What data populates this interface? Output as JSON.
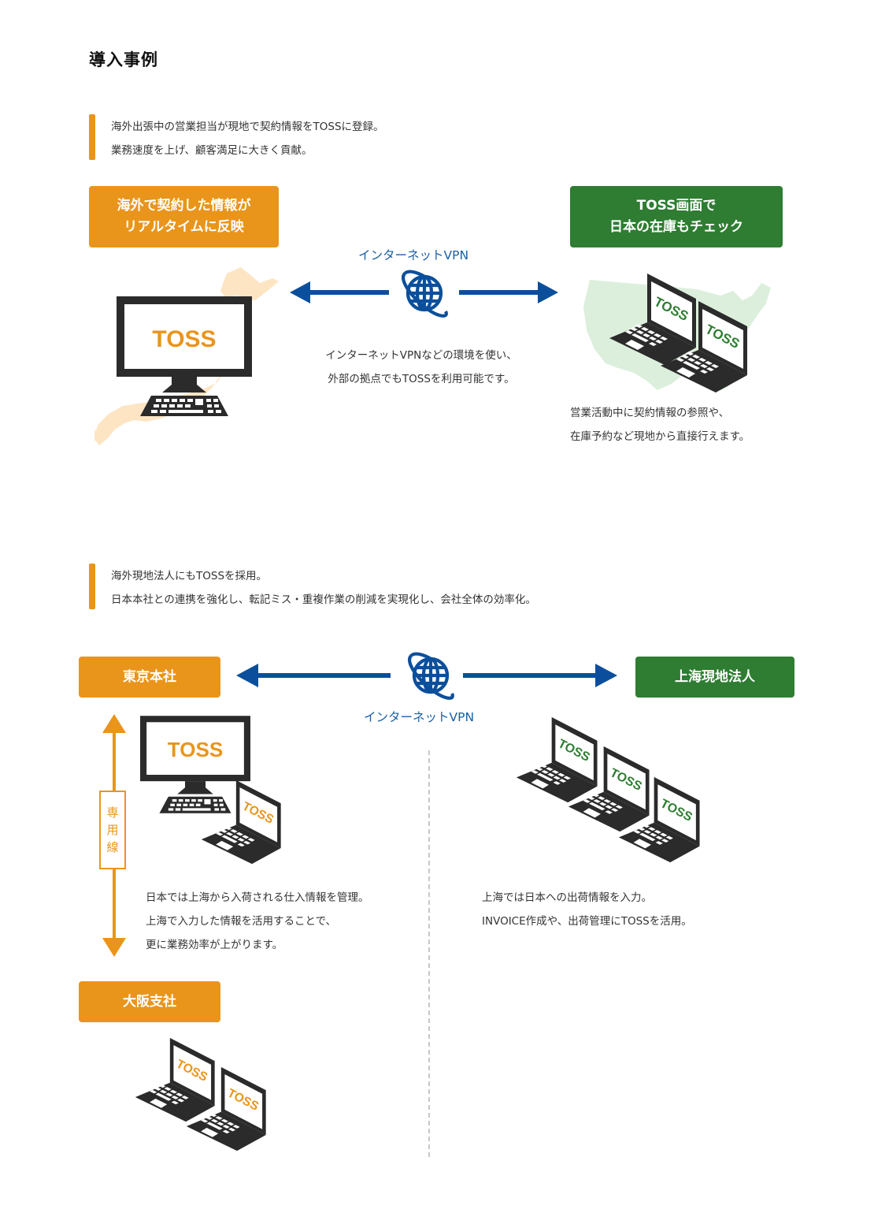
{
  "page": {
    "title": "導入事例"
  },
  "colors": {
    "orange": "#e9951b",
    "green": "#2e7d32",
    "blue": "#0b4f9c",
    "device_dark": "#2b2b2b",
    "japan_map": "#fde5c4",
    "usa_map": "#dcefdc",
    "divider": "#c8c8c8"
  },
  "case1": {
    "lead": [
      "海外出張中の営業担当が現地で契約情報をTOSSに登録。",
      "業務速度を上げ、顧客満足に大きく貢献。"
    ],
    "left_box": [
      "海外で契約した情報が",
      "リアルタイムに反映"
    ],
    "right_box": [
      "TOSS画面で",
      "日本の在庫もチェック"
    ],
    "vpn_label": "インターネットVPN",
    "vpn_icon": "globe-icon",
    "center_desc": [
      "インターネットVPNなどの環境を使い、",
      "外部の拠点でもTOSSを利用可能です。"
    ],
    "right_desc": [
      "営業活動中に契約情報の参照や、",
      "在庫予約など現地から直接行えます。"
    ],
    "desktop_screen": "TOSS",
    "laptop_screen": "TOSS",
    "left_map": "japan-map",
    "right_map": "usa-map"
  },
  "case2": {
    "lead": [
      "海外現地法人にもTOSSを採用。",
      "日本本社との連携を強化し、転記ミス・重複作業の削減を実現化し、会社全体の効率化。"
    ],
    "tokyo_box": "東京本社",
    "shanghai_box": "上海現地法人",
    "osaka_box": "大阪支社",
    "vpn_label": "インターネットVPN",
    "vpn_icon": "globe-icon",
    "dedicated_line": [
      "専",
      "用",
      "線"
    ],
    "tokyo_desc": [
      "日本では上海から入荷される仕入情報を管理。",
      "上海で入力した情報を活用することで、",
      "更に業務効率が上がります。"
    ],
    "shanghai_desc": [
      "上海では日本への出荷情報を入力。",
      "INVOICE作成や、出荷管理にTOSSを活用。"
    ],
    "desktop_screen": "TOSS",
    "laptop_screen": "TOSS"
  }
}
